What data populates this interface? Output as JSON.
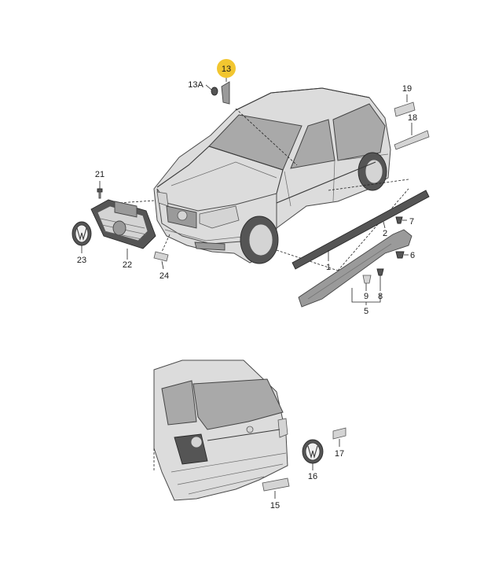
{
  "callouts": {
    "c13": "13",
    "c13a": "13A",
    "c19": "19",
    "c18": "18",
    "c21": "21",
    "c7": "7",
    "c2": "2",
    "c23": "23",
    "c22": "22",
    "c24": "24",
    "c1": "1",
    "c6": "6",
    "c9": "9",
    "c8": "8",
    "c5": "5",
    "c17": "17",
    "c16": "16",
    "c15": "15"
  },
  "colors": {
    "highlight": "#f2c630",
    "line": "#222222",
    "part_dark": "#555555",
    "part_light": "#d4d4d4"
  }
}
